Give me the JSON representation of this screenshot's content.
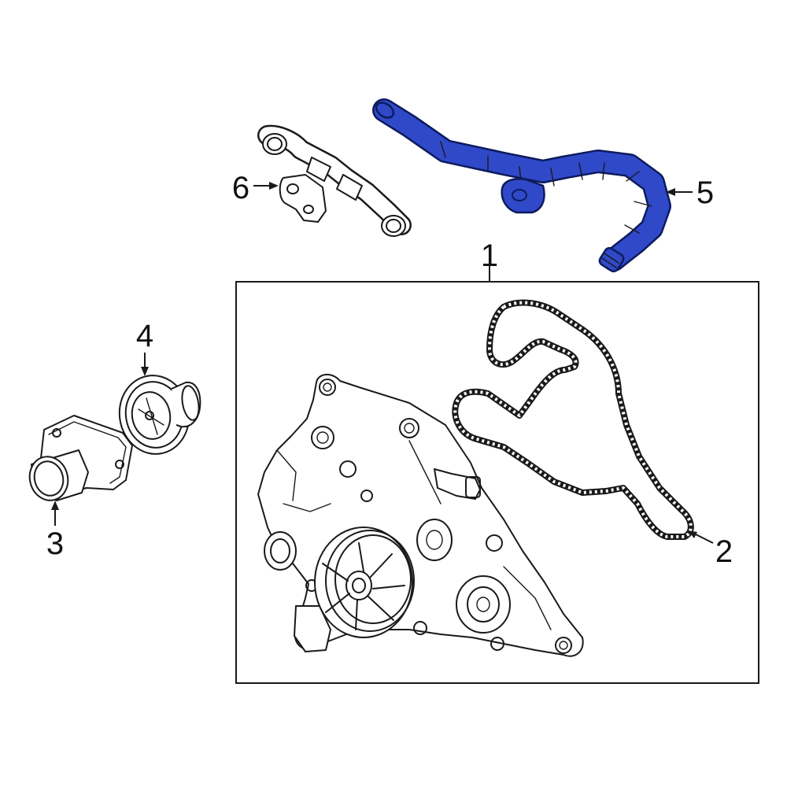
{
  "colors": {
    "background": "#ffffff",
    "line": "#1a1a1a",
    "highlight_part": "#2f49c9",
    "highlight_outline": "#0d1b5e"
  },
  "callouts": {
    "c1": "1",
    "c2": "2",
    "c3": "3",
    "c4": "4",
    "c5": "5",
    "c6": "6"
  }
}
